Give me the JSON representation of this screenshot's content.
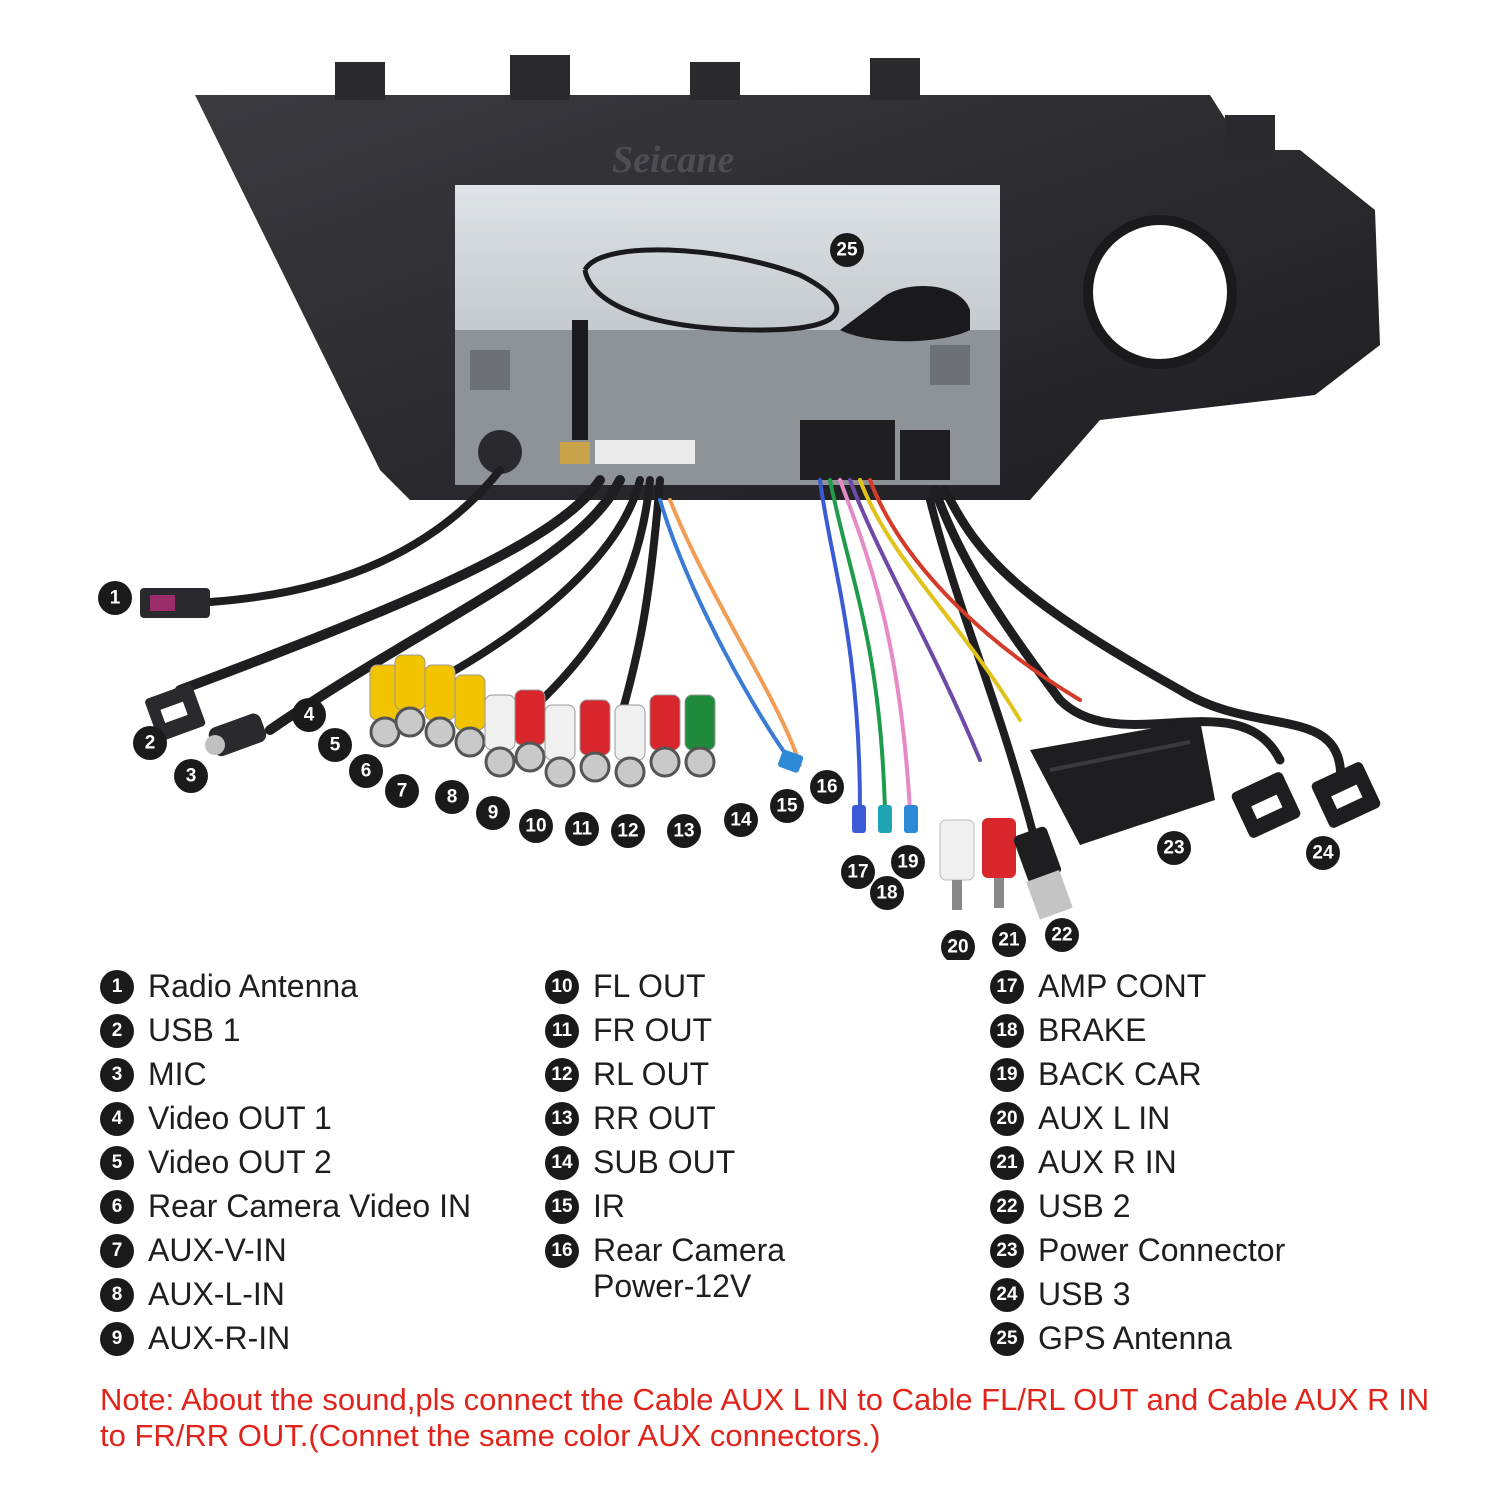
{
  "watermark": "Seicane",
  "callouts": [
    "1",
    "2",
    "3",
    "4",
    "5",
    "6",
    "7",
    "8",
    "9",
    "10",
    "11",
    "12",
    "13",
    "14",
    "15",
    "16",
    "17",
    "18",
    "19",
    "20",
    "21",
    "22",
    "23",
    "24",
    "25"
  ],
  "legend": {
    "col1": [
      {
        "num": "1",
        "label": "Radio Antenna"
      },
      {
        "num": "2",
        "label": "USB 1"
      },
      {
        "num": "3",
        "label": "MIC"
      },
      {
        "num": "4",
        "label": "Video OUT 1"
      },
      {
        "num": "5",
        "label": "Video OUT 2"
      },
      {
        "num": "6",
        "label": "Rear Camera Video IN"
      },
      {
        "num": "7",
        "label": "AUX-V-IN"
      },
      {
        "num": "8",
        "label": "AUX-L-IN"
      },
      {
        "num": "9",
        "label": "AUX-R-IN"
      }
    ],
    "col2": [
      {
        "num": "10",
        "label": "FL OUT"
      },
      {
        "num": "11",
        "label": "FR OUT"
      },
      {
        "num": "12",
        "label": "RL OUT"
      },
      {
        "num": "13",
        "label": "RR OUT"
      },
      {
        "num": "14",
        "label": "SUB OUT"
      },
      {
        "num": "15",
        "label": "IR"
      },
      {
        "num": "16",
        "label": "Rear Camera\nPower-12V"
      }
    ],
    "col3": [
      {
        "num": "17",
        "label": "AMP CONT"
      },
      {
        "num": "18",
        "label": "BRAKE"
      },
      {
        "num": "19",
        "label": "BACK CAR"
      },
      {
        "num": "20",
        "label": "AUX L IN"
      },
      {
        "num": "21",
        "label": "AUX R IN"
      },
      {
        "num": "22",
        "label": "USB 2"
      },
      {
        "num": "23",
        "label": "Power Connector"
      },
      {
        "num": "24",
        "label": "USB 3"
      },
      {
        "num": "25",
        "label": "GPS Antenna"
      }
    ]
  },
  "note": "Note: About the sound,pls connect the Cable AUX L IN to Cable FL/RL OUT and Cable AUX R IN to  FR/RR OUT.(Connet the same color AUX connectors.)",
  "colors": {
    "note": "#e0241b",
    "badge": "#1a1a1a",
    "frame": "#2a2a2e",
    "rca_yellow": "#f2c400",
    "rca_red": "#d8262c",
    "rca_white": "#f0f0f0",
    "rca_green": "#1f8a3c"
  }
}
